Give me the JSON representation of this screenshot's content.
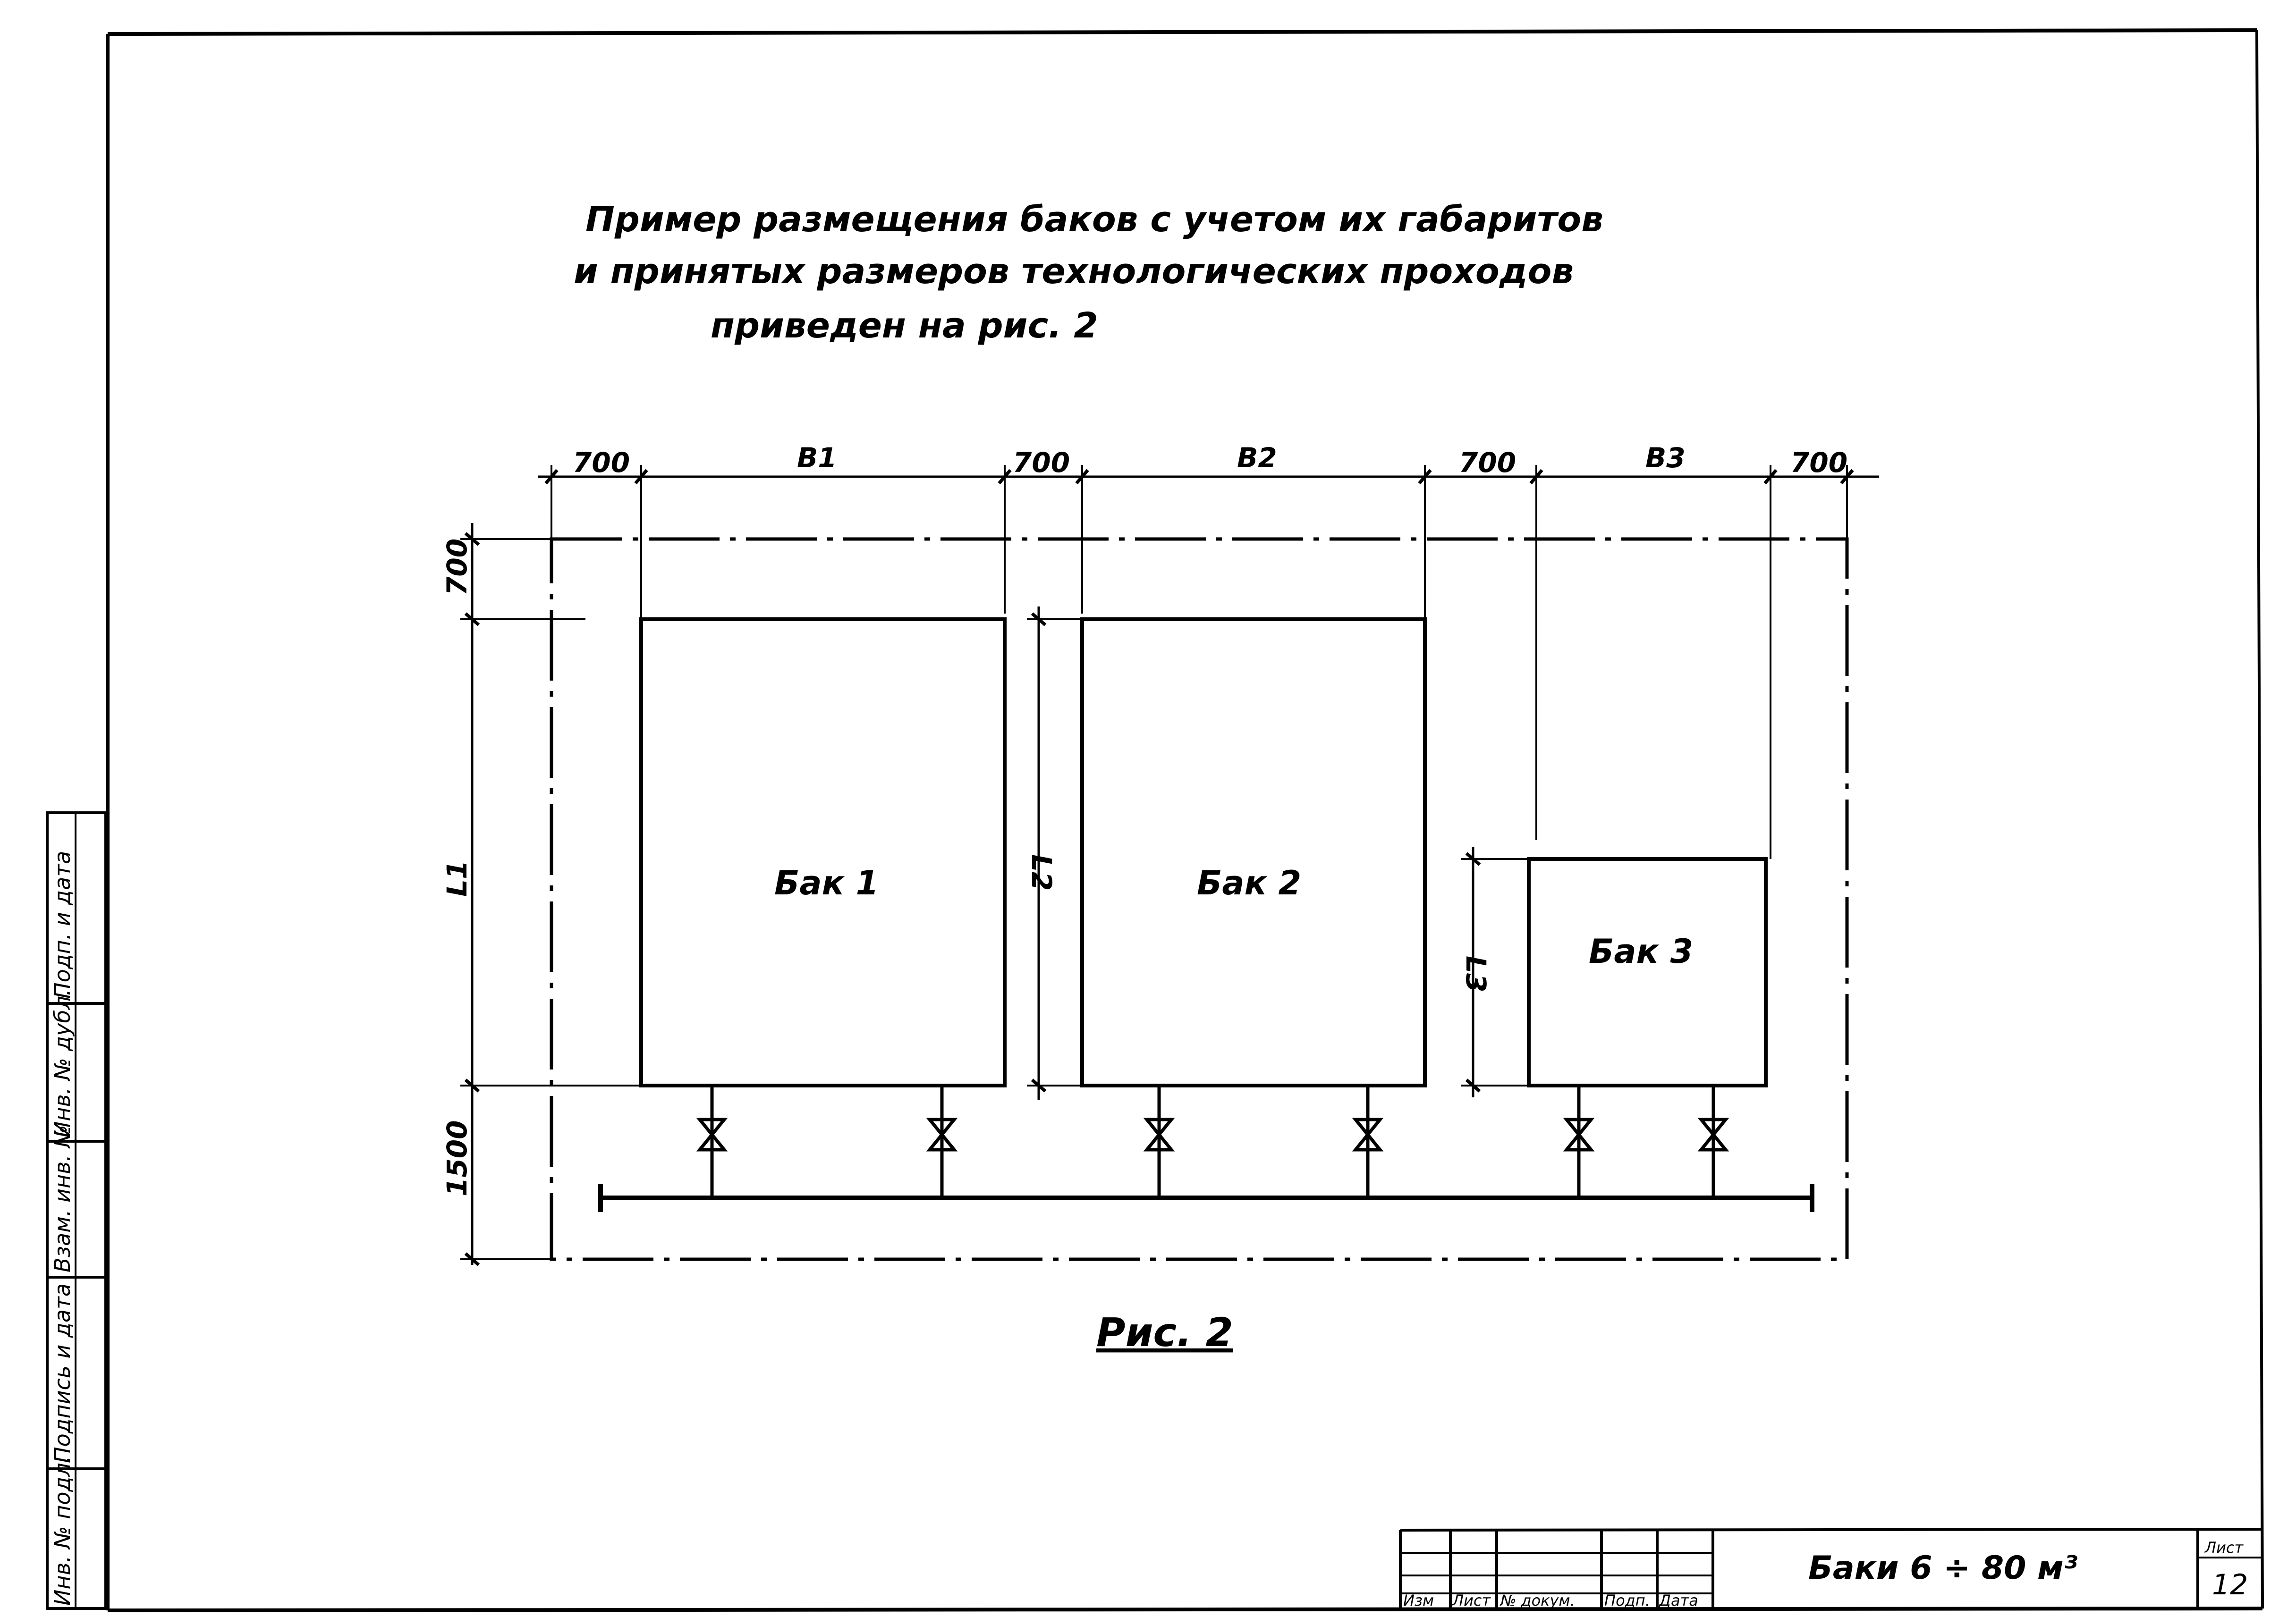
{
  "title": {
    "line1": "Пример размещения баков с учетом их габаритов",
    "line2": "и принятых размеров технологических проходов",
    "line3": "приведен на рис. 2"
  },
  "dimensions": {
    "clearance": "700",
    "b1": "B1",
    "b2": "B2",
    "b3": "B3",
    "l1": "L1",
    "l2": "L2",
    "l3": "L3",
    "bottom": "1500"
  },
  "tanks": [
    {
      "label": "Бак 1"
    },
    {
      "label": "Бак 2"
    },
    {
      "label": "Бак 3"
    }
  ],
  "caption": "Рис. 2",
  "margin_stamp": [
    "Инв. № подл.",
    "Подпись и дата",
    "Взам. инв. №",
    "Инв. № дубл.",
    "Подп. и дата"
  ],
  "title_block": {
    "columns": [
      "Изм",
      "Лист",
      "№ докум.",
      "Подп.",
      "Дата"
    ],
    "document": "Баки 6 ÷ 80 м³",
    "sheet_label": "Лист",
    "sheet_number": "12"
  }
}
